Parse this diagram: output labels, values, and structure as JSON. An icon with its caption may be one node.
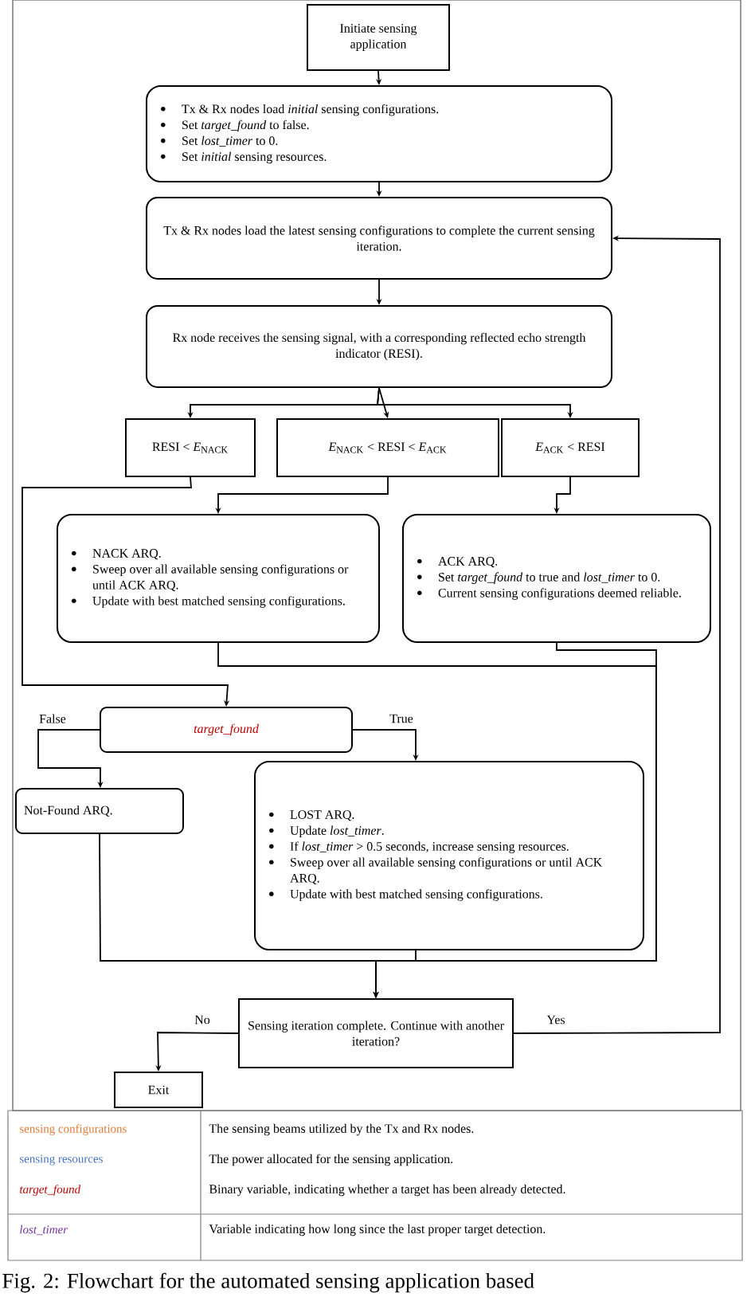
{
  "diagram": {
    "caption": "Fig. 2: Flowchart for the automated sensing application based",
    "nodes": [
      {
        "text": [
          "Initiate sensing application"
        ]
      },
      {
        "text": [
          "Tx & Rx nodes load *initial* sensing configurations.",
          "Set *target_found* to false.",
          "Set *lost_timer* to 0.",
          "Set *initial* sensing resources."
        ]
      },
      {
        "text": [
          "Tx & Rx nodes load the latest sensing configurations to complete the current sensing iteration."
        ]
      },
      {
        "text": [
          "Rx node receives the sensing signal, with a corresponding reflected echo strength indicator (RESI)."
        ]
      },
      {
        "text": [
          "RESI < *E*$_{NACK}$"
        ]
      },
      {
        "text": [
          "*E*$_{NACK}$ < RESI < *E*$_{ACK}$"
        ]
      },
      {
        "text": [
          "*E*$_{ACK}$ < RESI"
        ]
      },
      {
        "text": [
          "NACK ARQ.",
          "Sweep over all available sensing configurations or until ACK ARQ.",
          "Update with best matched sensing configurations."
        ]
      },
      {
        "text": [
          "ACK ARQ.",
          "Set *target_found* to true and *lost_timer* to 0.",
          "Current sensing configurations deemed reliable."
        ]
      },
      {
        "text": [
          "target_found"
        ]
      },
      {
        "text": [
          "Not-Found ARQ."
        ]
      },
      {
        "text": [
          "LOST ARQ.",
          "Update *lost_timer*.",
          "If *lost_timer* > 0.5 seconds, increase sensing resources.",
          "Sweep over all available sensing configurations or until ACK ARQ.",
          "Update with best matched sensing configurations."
        ]
      },
      {
        "text": [
          "Sensing iteration complete. Continue with another iteration?"
        ]
      },
      {
        "text": [
          "Exit"
        ]
      }
    ],
    "edges": [
      {
        "from": 0,
        "to": 1,
        "arrow": "to"
      },
      {
        "from": 1,
        "to": 2,
        "arrow": "to"
      },
      {
        "from": 2,
        "to": 3,
        "arrow": "to"
      },
      {
        "from": 3,
        "to": 4,
        "arrow": "to"
      },
      {
        "from": 3,
        "to": 5,
        "arrow": "to"
      },
      {
        "from": 3,
        "to": 6,
        "arrow": "to"
      },
      {
        "from": 4,
        "to": 9,
        "arrow": "to"
      },
      {
        "from": 5,
        "to": 7,
        "arrow": "to"
      },
      {
        "from": 6,
        "to": 8,
        "arrow": "to"
      },
      {
        "from": 7,
        "to": 12,
        "arrow": "to"
      },
      {
        "from": 8,
        "to": 12,
        "arrow": "to"
      },
      {
        "from": 9,
        "to": 10,
        "arrow": "to",
        "label": "False"
      },
      {
        "from": 9,
        "to": 11,
        "arrow": "to",
        "label": "True"
      },
      {
        "from": 10,
        "to": 12,
        "arrow": "to"
      },
      {
        "from": 11,
        "to": 12,
        "arrow": "to"
      },
      {
        "from": 12,
        "to": 13,
        "arrow": "to",
        "label": "No"
      },
      {
        "from": 12,
        "to": 2,
        "arrow": "to",
        "label": "Yes"
      }
    ],
    "labels": [
      "sensing configurations",
      "The sensing beams utilized by the Tx and Rx nodes.",
      "sensing resources",
      "The power allocated for the sensing application.",
      "target_found",
      "Binary variable, indicating whether a target has been already detected.",
      "lost_timer",
      "Variable indicating how long since the last proper target detection."
    ]
  }
}
